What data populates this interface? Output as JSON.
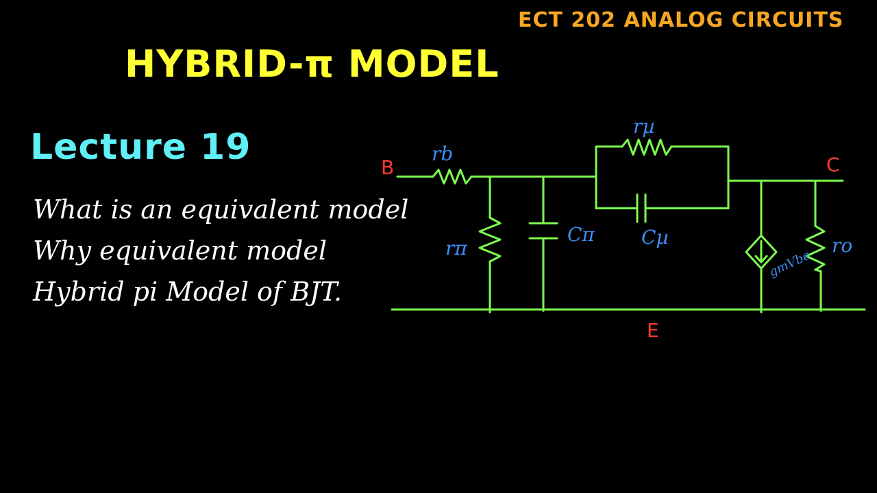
{
  "header": {
    "course_title": "ECT 202 ANALOG CIRCUITS",
    "title": "HYBRID-π MODEL",
    "lecture": "Lecture 19"
  },
  "bullets": [
    "What is an equivalent  model",
    "Why equivalent model",
    "Hybrid pi Model of BJT."
  ],
  "diagram": {
    "nodes": {
      "base": "B",
      "collector": "C",
      "emitter": "E"
    },
    "components": {
      "rb": "rb",
      "rpi": "rπ",
      "cpi": "Cπ",
      "rmu": "rµ",
      "cmu": "Cµ",
      "gm": "gmVbe",
      "ro": "ro"
    }
  },
  "colors": {
    "background": "#000000",
    "course_title": "#f5a623",
    "title": "#ffff33",
    "lecture": "#5ff0f5",
    "bullets": "#ffffff",
    "wire": "#7dff4f",
    "component_label": "#3d8ff5",
    "node_label": "#ff3b2f"
  }
}
